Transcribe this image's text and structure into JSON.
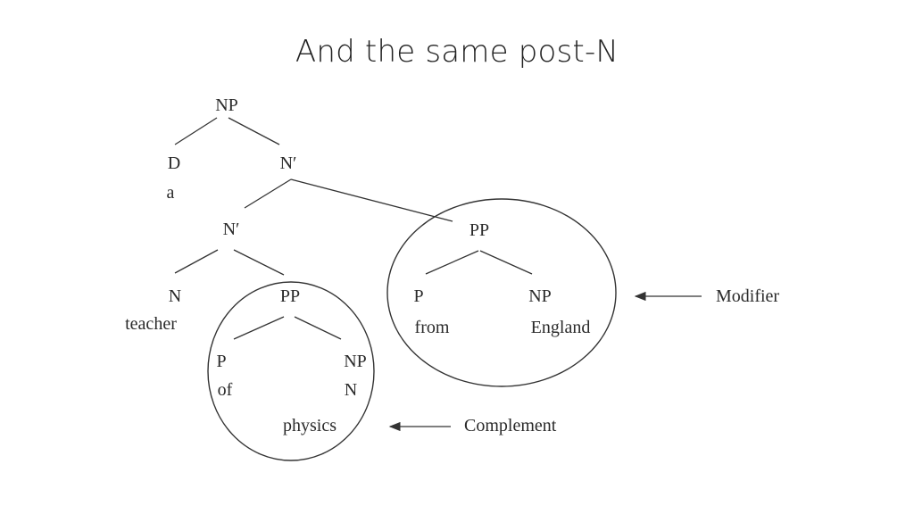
{
  "slide": {
    "title": "And the same post-N"
  },
  "tree": {
    "labels": {
      "np_root": "NP",
      "d": "D",
      "a": "a",
      "nbar_top": "N′",
      "nbar_mid": "N′",
      "n": "N",
      "teacher": "teacher",
      "pp_of": "PP",
      "p_of": "P",
      "of": "of",
      "np_physics": "NP",
      "n_physics": "N",
      "physics": "physics",
      "pp_from": "PP",
      "p_from": "P",
      "from": "from",
      "np_england": "NP",
      "england": "England"
    },
    "annotations": {
      "modifier": "Modifier",
      "complement": "Complement"
    }
  }
}
